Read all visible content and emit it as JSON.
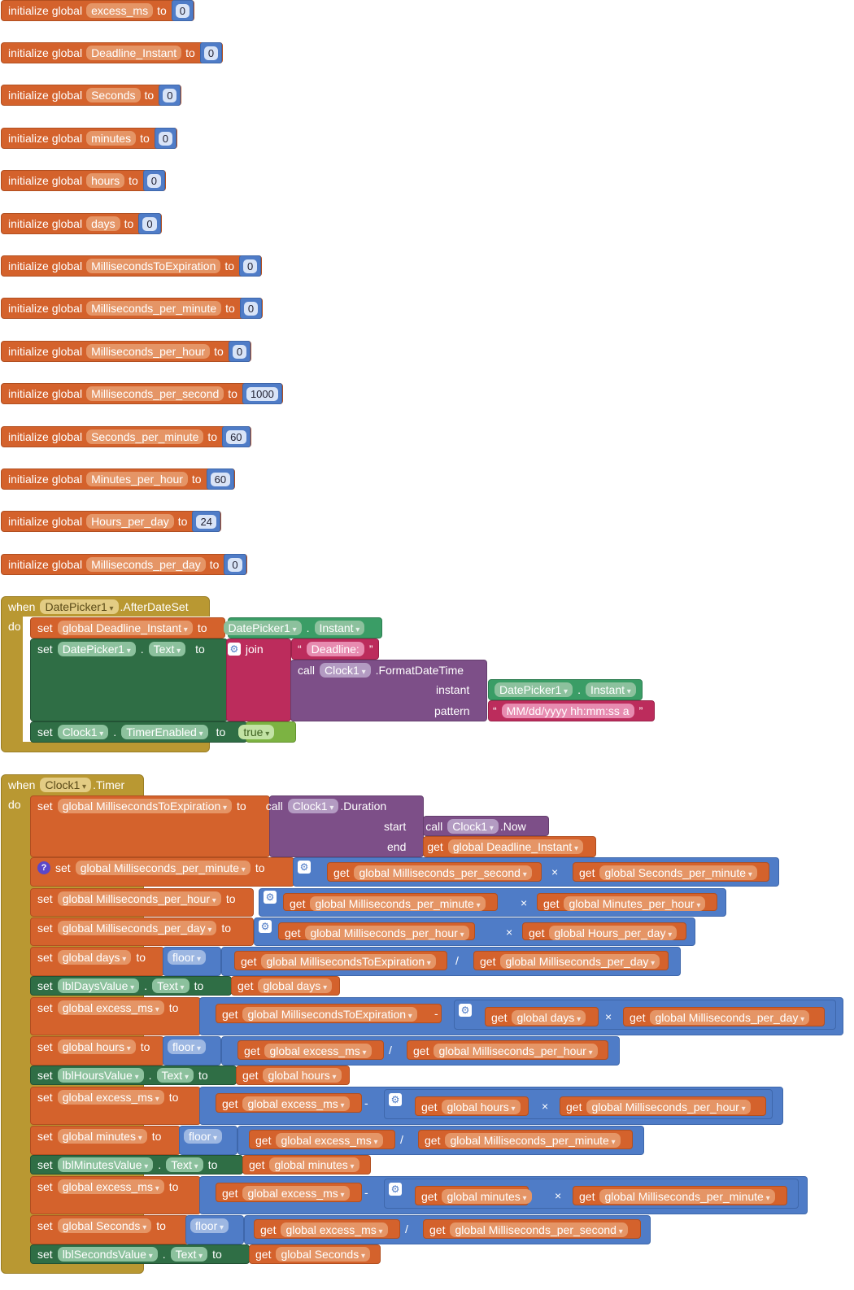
{
  "kw": {
    "init": "initialize global",
    "to": "to",
    "when": "when",
    "do": "do",
    "set": "set",
    "get": "get",
    "call": "call",
    "join": "join",
    "dot": ".",
    "start": "start",
    "end": "end",
    "instant": "instant",
    "pattern": "pattern",
    "times": "×",
    "div": "/",
    "minus": "-",
    "gear": "⚙",
    "q": "?"
  },
  "inits": [
    {
      "name": "excess_ms",
      "value": "0"
    },
    {
      "name": "Deadline_Instant",
      "value": "0"
    },
    {
      "name": "Seconds",
      "value": "0"
    },
    {
      "name": "minutes",
      "value": "0"
    },
    {
      "name": "hours",
      "value": "0"
    },
    {
      "name": "days",
      "value": "0"
    },
    {
      "name": "MillisecondsToExpiration",
      "value": "0"
    },
    {
      "name": "Milliseconds_per_minute",
      "value": "0"
    },
    {
      "name": "Milliseconds_per_hour",
      "value": "0"
    },
    {
      "name": "Milliseconds_per_second",
      "value": "1000"
    },
    {
      "name": "Seconds_per_minute",
      "value": "60"
    },
    {
      "name": "Minutes_per_hour",
      "value": "60"
    },
    {
      "name": "Hours_per_day",
      "value": "24"
    },
    {
      "name": "Milliseconds_per_day",
      "value": "0"
    }
  ],
  "event1": {
    "component": "DatePicker1",
    "event": ".AfterDateSet",
    "s1_var": "global Deadline_Instant",
    "s1_comp": "DatePicker1",
    "s1_prop": "Instant",
    "s2_comp": "DatePicker1",
    "s2_prop": "Text",
    "str1": "Deadline: ",
    "clock": "Clock1",
    "method": ".FormatDateTime",
    "inst_comp": "DatePicker1",
    "inst_prop": "Instant",
    "pattern_str": "MM/dd/yyyy hh:mm:ss a",
    "s3_comp": "Clock1",
    "s3_prop": "TimerEnabled",
    "bool": "true",
    "quote_open": "“",
    "quote_close": "”"
  },
  "event2": {
    "component": "Clock1",
    "event": ".Timer",
    "r1_var": "global MillisecondsToExpiration",
    "r1_clock": "Clock1",
    "r1_method": ".Duration",
    "r1_now_clock": "Clock1",
    "r1_now": ".Now",
    "r1_end": "global Deadline_Instant",
    "r2_var": "global Milliseconds_per_minute",
    "r2_a": "global Milliseconds_per_second",
    "r2_b": "global Seconds_per_minute",
    "r3_var": "global Milliseconds_per_hour",
    "r3_a": "global Milliseconds_per_minute",
    "r3_b": "global Minutes_per_hour",
    "r4_var": "global Milliseconds_per_day",
    "r4_a": "global Milliseconds_per_hour",
    "r4_b": "global Hours_per_day",
    "r5_var": "global days",
    "r5_fn": "floor",
    "r5_a": "global MillisecondsToExpiration",
    "r5_b": "global Milliseconds_per_day",
    "r6_comp": "lblDaysValue",
    "r6_prop": "Text",
    "r6_val": "global days",
    "r7_var": "global excess_ms",
    "r7_a": "global MillisecondsToExpiration",
    "r7_b": "global days",
    "r7_c": "global Milliseconds_per_day",
    "r8_var": "global hours",
    "r8_fn": "floor",
    "r8_a": "global excess_ms",
    "r8_b": "global Milliseconds_per_hour",
    "r9_comp": "lblHoursValue",
    "r9_prop": "Text",
    "r9_val": "global hours",
    "r10_var": "global excess_ms",
    "r10_a": "global excess_ms",
    "r10_b": "global hours",
    "r10_c": "global Milliseconds_per_hour",
    "r11_var": "global minutes",
    "r11_fn": "floor",
    "r11_a": "global excess_ms",
    "r11_b": "global Milliseconds_per_minute",
    "r12_comp": "lblMinutesValue",
    "r12_prop": "Text",
    "r12_val": "global minutes",
    "r13_var": "global excess_ms",
    "r13_a": "global excess_ms",
    "r13_b": "global minutes",
    "r13_c": "global Milliseconds_per_minute",
    "r14_var": "global Seconds",
    "r14_fn": "floor",
    "r14_a": "global excess_ms",
    "r14_b": "global Milliseconds_per_second",
    "r15_comp": "lblSecondsValue",
    "r15_prop": "Text",
    "r15_val": "global Seconds"
  }
}
